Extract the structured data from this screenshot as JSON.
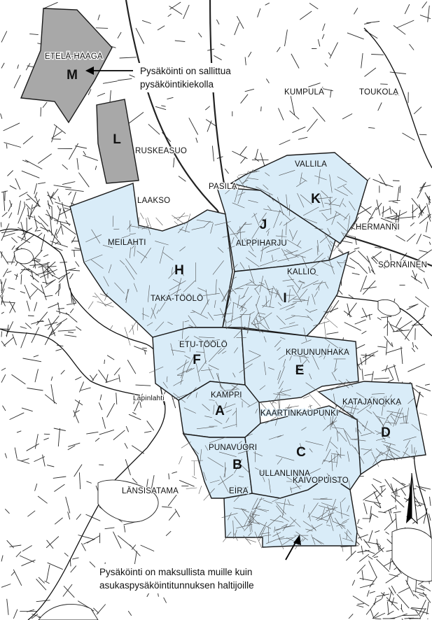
{
  "zones": [
    {
      "letter": "A",
      "type": "paid"
    },
    {
      "letter": "B",
      "type": "paid"
    },
    {
      "letter": "C",
      "type": "paid"
    },
    {
      "letter": "D",
      "type": "paid"
    },
    {
      "letter": "E",
      "type": "paid"
    },
    {
      "letter": "F",
      "type": "paid"
    },
    {
      "letter": "H",
      "type": "paid"
    },
    {
      "letter": "I",
      "type": "paid"
    },
    {
      "letter": "J",
      "type": "paid"
    },
    {
      "letter": "K",
      "type": "paid"
    },
    {
      "letter": "L",
      "type": "disc"
    },
    {
      "letter": "M",
      "type": "disc"
    }
  ],
  "districts": {
    "etela_haaga": "ETELÄ-HAAGA",
    "kumpula": "KUMPULA",
    "toukola": "TOUKOLA",
    "ruskeasuo": "RUSKEASUO",
    "vallila": "VALLILA",
    "pasila": "PASILA",
    "laakso": "LAAKSO",
    "hermanni": "HERMANNI",
    "meilahti": "MEILAHTI",
    "alppiharju": "ALPPIHARJU",
    "sornainen": "SÖRNÄINEN",
    "kallio": "KALLIO",
    "taka_toolo": "TAKA-TÖÖLÖ",
    "etu_toolo": "ETU-TÖÖLÖ",
    "kruununhaka": "KRUUNUNHAKA",
    "lapinlahti": "Lapinlahti",
    "kamppi": "KAMPPI",
    "katajanokka": "KATAJANOKKA",
    "kaartinkaupunki": "KAARTINKAUPUNKI",
    "punavuori": "PUNAVUORI",
    "ullanlinna": "ULLANLINNA",
    "kaivopuisto": "KAIVOPUISTO",
    "lansisatama": "LÄNSISATAMA",
    "eira": "EIRA"
  },
  "legend": {
    "disc_line1": "Pysäköinti on sallittua",
    "disc_line2": "pysäköintikiekolla",
    "paid_line1": "Pysäköinti on maksullista muille kuin",
    "paid_line2": "asukaspysäköintitunnuksen haltijoille"
  },
  "colors": {
    "paid_zone": "#d9ecf8",
    "disc_zone": "#a8a8a8"
  }
}
